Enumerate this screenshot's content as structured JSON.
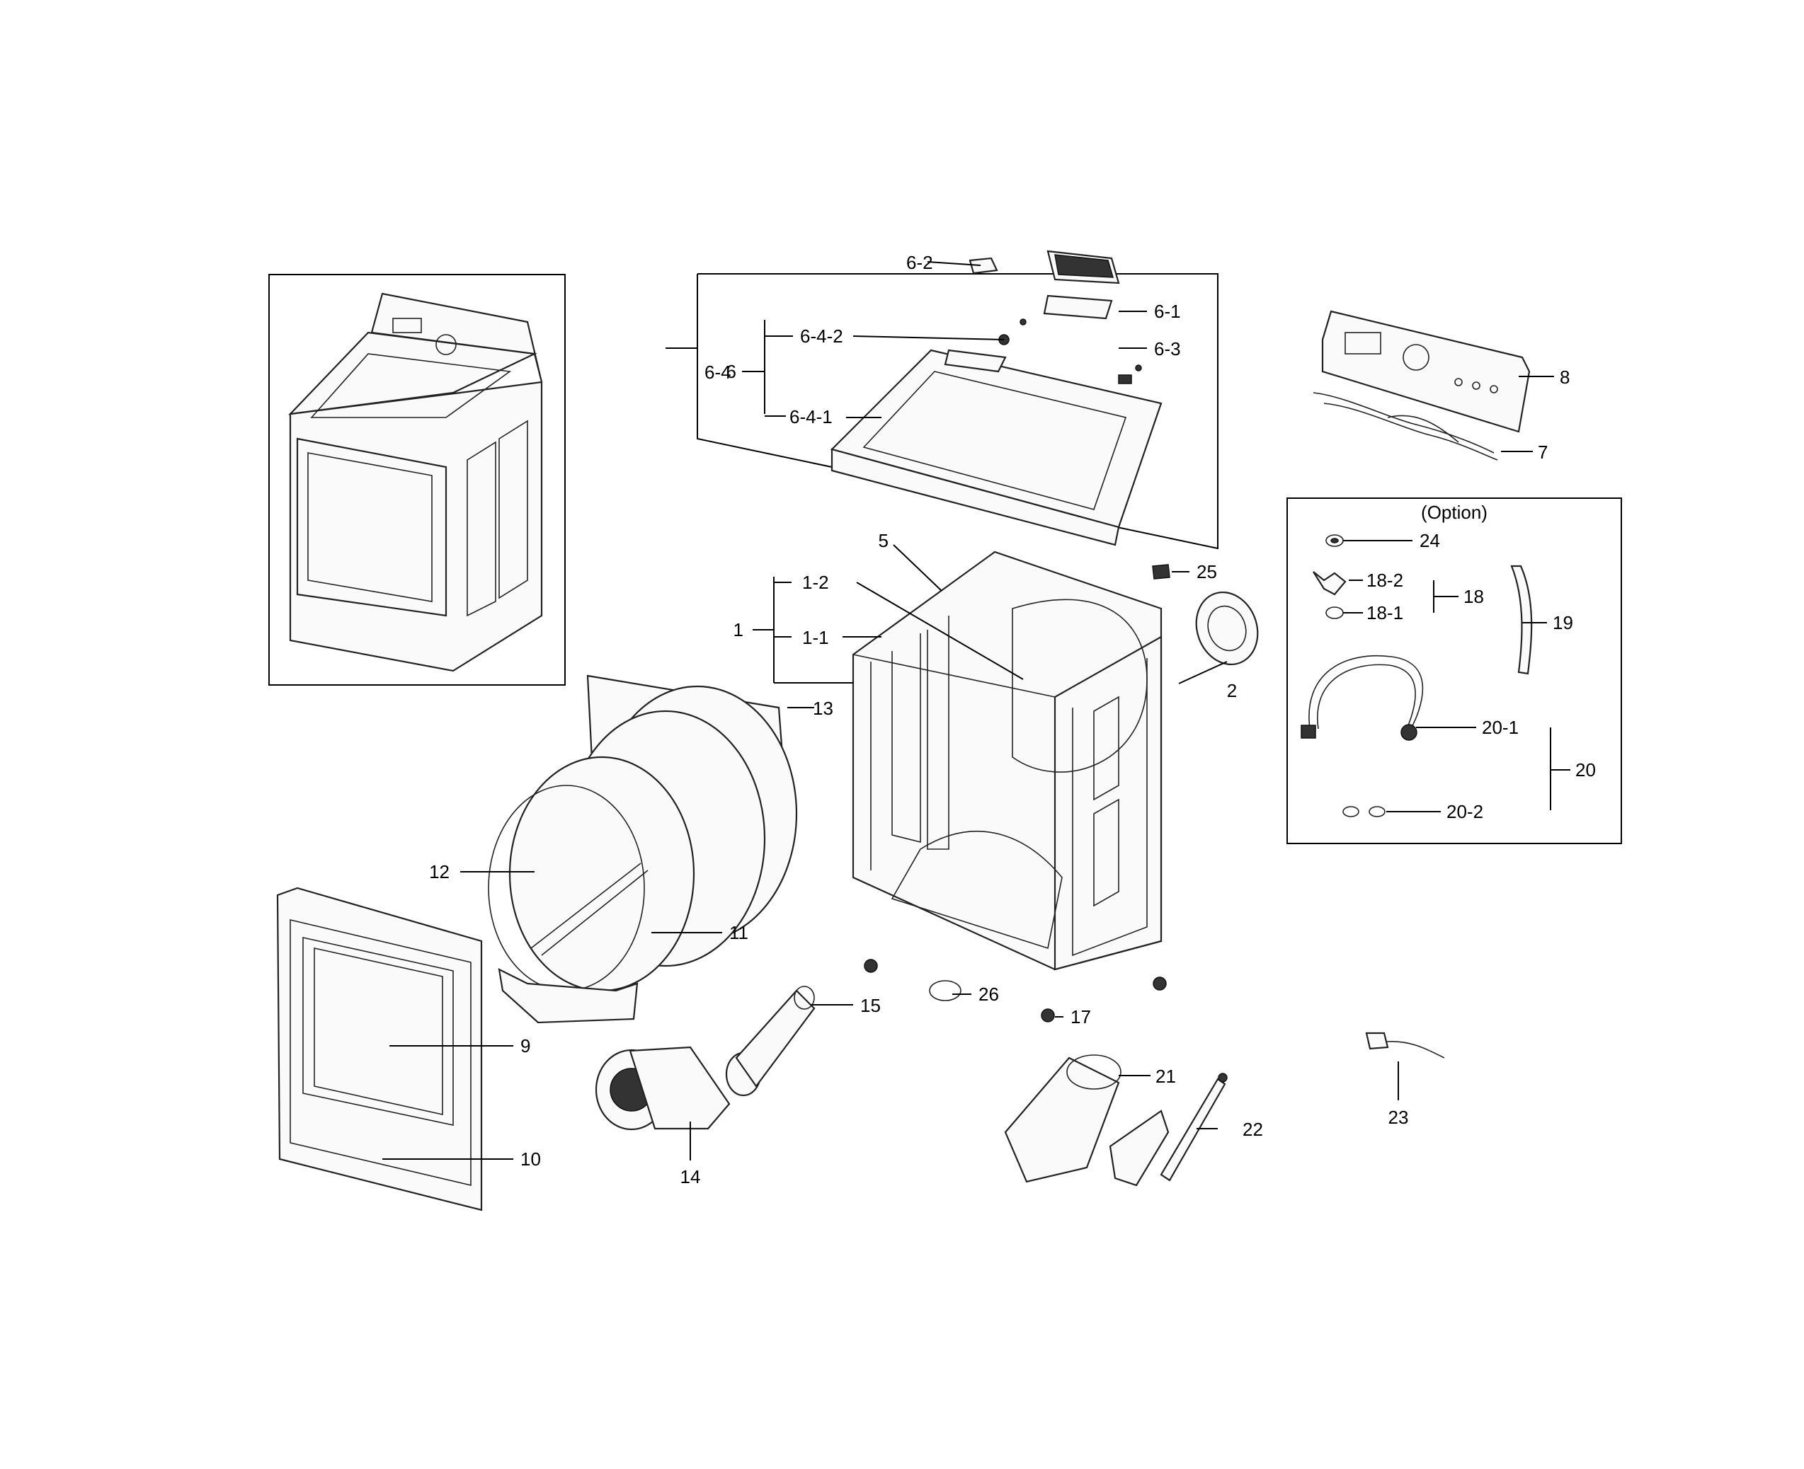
{
  "labels": {
    "l1": "1",
    "l1_1": "1-1",
    "l1_2": "1-2",
    "l2": "2",
    "l5": "5",
    "l6": "6",
    "l6_1": "6-1",
    "l6_2": "6-2",
    "l6_3": "6-3",
    "l6_4": "6-4",
    "l6_4_1": "6-4-1",
    "l6_4_2": "6-4-2",
    "l7": "7",
    "l8": "8",
    "l9": "9",
    "l10": "10",
    "l11": "11",
    "l12": "12",
    "l13": "13",
    "l14": "14",
    "l15": "15",
    "l17": "17",
    "l18": "18",
    "l18_1": "18-1",
    "l18_2": "18-2",
    "l19": "19",
    "l20": "20",
    "l20_1": "20-1",
    "l20_2": "20-2",
    "l21": "21",
    "l22": "22",
    "l23": "23",
    "l24": "24",
    "l25": "25",
    "l26": "26"
  },
  "option_box_title": "(Option)"
}
